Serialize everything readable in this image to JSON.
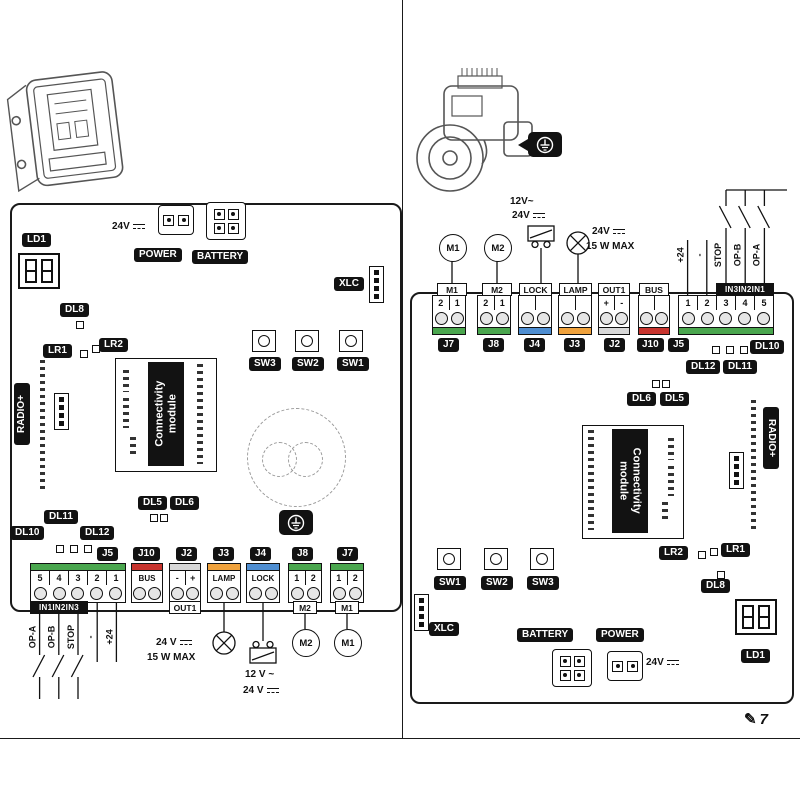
{
  "figure": {
    "number": "7"
  },
  "colors": {
    "green": "#4aa64e",
    "red": "#c8342e",
    "orange": "#f0a23c",
    "blue": "#4e8ed2",
    "badge": "#121212"
  },
  "left_board": {
    "power_voltage": "24V",
    "power_label": "POWER",
    "battery_label": "BATTERY",
    "ld1": "LD1",
    "xlc": "XLC",
    "dl8": "DL8",
    "lr1": "LR1",
    "lr2": "LR2",
    "radio": "RADIO+",
    "connectivity_line1": "Connectivity",
    "connectivity_line2": "module",
    "sw1": "SW1",
    "sw2": "SW2",
    "sw3": "SW3",
    "dl5": "DL5",
    "dl6": "DL6",
    "dl10": "DL10",
    "dl11": "DL11",
    "dl12": "DL12",
    "j5": "J5",
    "j10": "J10",
    "j2": "J2",
    "j3": "J3",
    "j4": "J4",
    "j8": "J8",
    "j7": "J7",
    "j5_terms": [
      "5",
      "4",
      "3",
      "2",
      "1"
    ],
    "out1_terms": [
      "-",
      "+"
    ],
    "m2_terms": [
      "1",
      "2"
    ],
    "m1_terms": [
      "1",
      "2"
    ],
    "bus": "BUS",
    "lamp": "LAMP",
    "lock": "LOCK",
    "out1": "OUT1",
    "m2": "M2",
    "m1": "M1",
    "in_band": "IN1IN2IN3",
    "wire_labels": [
      "OP-A",
      "OP-B",
      "STOP",
      "-",
      "+24"
    ],
    "lamp_volt": "24 V",
    "lamp_watt": "15 W MAX",
    "lock_ac": "12 V ~",
    "lock_dc": "24 V"
  },
  "right_board": {
    "m1": "M1",
    "m2": "M2",
    "lock": "LOCK",
    "lamp": "LAMP",
    "out1": "OUT1",
    "bus": "BUS",
    "lock_ac": "12V~",
    "lock_dc": "24V",
    "lamp_volt": "24V",
    "lamp_watt": "15 W MAX",
    "in_band": "IN3IN2IN1",
    "j7": "J7",
    "j8": "J8",
    "j4": "J4",
    "j3": "J3",
    "j2": "J2",
    "j10": "J10",
    "j5": "J5",
    "m1_terms": [
      "2",
      "1"
    ],
    "m2_terms": [
      "2",
      "1"
    ],
    "out1_terms": [
      "+",
      "-"
    ],
    "j5_terms": [
      "1",
      "2",
      "3",
      "4",
      "5"
    ],
    "wire_labels": [
      "+24",
      "-",
      "STOP",
      "OP-B",
      "OP-A"
    ],
    "dl10": "DL10",
    "dl11": "DL11",
    "dl12": "DL12",
    "dl6": "DL6",
    "dl5": "DL5",
    "dl8": "DL8",
    "lr2": "LR2",
    "lr1": "LR1",
    "connectivity_line1": "Connectivity",
    "connectivity_line2": "module",
    "radio": "RADIO+",
    "sw1": "SW1",
    "sw2": "SW2",
    "sw3": "SW3",
    "xlc": "XLC",
    "battery_label": "BATTERY",
    "power_label": "POWER",
    "power_voltage": "24V",
    "ld1": "LD1"
  }
}
